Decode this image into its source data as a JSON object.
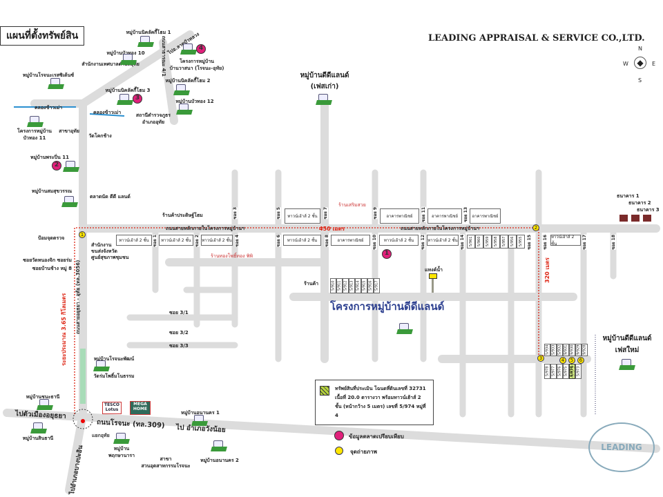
{
  "title": "แผนที่ตั้งทรัพย์สิน",
  "company": "LEADING APPRAISAL & SERVICE CO.,LTD.",
  "compass": {
    "n": "N",
    "s": "S",
    "e": "E",
    "w": "W"
  },
  "stamp_text": "LEADING",
  "project_label": "โครงการหมู่บ้านดีดีแลนด์",
  "places": {
    "old_phase_1": "หมู่บ้านดีดีแลนด์",
    "old_phase_2": "(เฟสเก่า)",
    "new_phase_1": "หมู่บ้านดีดีแลนด์",
    "new_phase_2": "เฟสใหม่",
    "nicholas1": "หมู่บ้านนิคลัคกี้โฮม 1",
    "buathong10": "หมู่บ้านบัวทอง 10",
    "office": "สำนักงานเทศบาลตำบลอุทัย",
    "rochana_rot": "หมู่บ้านโรจนะเรสซิเด้นซ์",
    "nicholas3": "หมู่บ้านนิคลัคกี้โฮม 3",
    "nicholas2": "หมู่บ้านนิคลัคกี้โฮม 2",
    "buathong12": "หมู่บ้านบัวทอง 12",
    "wasana_1": "โครงการหมู่บ้าน",
    "wasana_2": "บ้านวาสนา (โรจนะ-อุทัย)",
    "police_1": "สถานีตำรวจภูธร",
    "police_2": "อำเภออุทัย",
    "canal1": "คลองข้าวเม่า",
    "canal2": "คลองข้าวเม่า",
    "buathong11_1": "โครงการหมู่บ้าน",
    "buathong11_2": "บัวทอง 11",
    "branch_uthai": "สาขาอุทัย",
    "wat": "วัดโคกช้าง",
    "praphin11": "หมู่บ้านพระปิ่น 11",
    "somsuk": "หมู่บ้านสมสุขวรรณ",
    "market": "ตลาดนัด ดีดี แลนด์",
    "shop_store": "ร้านค้าประดิษฐ์โฮม",
    "road_to_north": "ไปอ.ลาดบัวหลวง",
    "road_east_name": "ถนนสาธารณะ 4/1",
    "checkpoint": "ป้อมจุดตรวจ",
    "district_office_1": "สำนักงาน",
    "district_office_2": "ขนส่งจังหวัด",
    "health_center": "ศูนย์สุขภาพชุมชน",
    "soi_a": "ซอยวัดหนองจิก ซอยร่ม",
    "soi_b": "ซอยบ้านช้าง หมู่ 8",
    "west_road": "ถนนสายอยุธยา - อุทัย (ทล.3056)",
    "main_road": "ถนนสายหลักภายในโครงการหมู่บ้านฯ",
    "main_road2": "ถนนสายหลักภายในโครงการหมู่บ้านฯ",
    "dist_west": "ระยะประมาณ 3.65 กิโลเมตร",
    "dist_450": "450 เมตร",
    "dist_320": "320 เมตร",
    "shop_pink": "ร้านทองโพธิ์ทอง พิพิ",
    "shop_top": "ร้านเสริมสวย",
    "shop_left": "ร้านค้า",
    "water_tower": "แทงค์น้ำ",
    "soi_31": "ซอย 3/1",
    "soi_32": "ซอย 3/2",
    "soi_33": "ซอย 3/3",
    "bank1": "ธนาคาร 1",
    "bank2": "ธนาคาร 2",
    "bank3": "ธนาคาร 3",
    "rochanaphat": "หมู่บ้านโรจนะพัฒน์",
    "wat_rochana": "วัดร่มโพธิ์มโนธรรม",
    "chanathani": "หมู่บ้านชนะธานี",
    "sinthani": "หมู่บ้านสินธานี",
    "to_ayutthaya": "ไปตัวเมืองอยุธยา",
    "rochana_road": "ถนนโรจนะ (ทล.309)",
    "to_wangnoi": "ไป อำเภอวังน้อย",
    "to_south": "ไปอำเภอบางปะอิน",
    "junction": "แยกอุทัย",
    "pruksa_1": "หมู่บ้าน",
    "pruksa_2": "พฤกษานารา",
    "branch2_1": "สาขา",
    "branch2_2": "สวนอุตสาหกรรมโรจนะ",
    "anankorn1": "หมู่บ้านอนานคร 1",
    "anankorn2": "หมู่บ้านอนานคร 2",
    "tesco": "TESCO Lotus",
    "mega": "MEGA HOME"
  },
  "townhouse_2fl": "ทาวน์เฮ้าส์ 2 ชั้น",
  "commercial": "อาคารพาณิชย์",
  "soi_labels": [
    "ซอย 1",
    "ซอย 2",
    "ซอย 3",
    "ซอย 4",
    "ซอย 5",
    "ซอย 6",
    "ซอย 7",
    "ซอย 8",
    "ซอย 9",
    "ซอย 10",
    "ซอย 11",
    "ซอย 12",
    "ซอย 13",
    "ซอย 14",
    "ซอย 15",
    "ซอย 16",
    "ซอย 17",
    "ซอย 18"
  ],
  "lots_row1": [
    "5/961",
    "5/960",
    "5/959",
    "5/958",
    "5/957",
    "5/956",
    "5/955"
  ],
  "lots_row2": [
    "5/910",
    "5/911",
    "5/912",
    "5/913",
    "5/914",
    "5/915",
    "5/916",
    "5/917"
  ],
  "lots_target_row": [
    "5/978",
    "5/977",
    "5/976",
    "5/975",
    "5/974",
    "5/973"
  ],
  "lots_upper_target": [
    "5/934",
    "5/933",
    "5/932",
    "9/931",
    "9/930",
    "9/929",
    "9/928"
  ],
  "legend": {
    "subject": "ทรัพย์สินที่ประเมิน โฉนดที่ดินเลขที่ 32731 เนื้อที่ 20.0 ตารางวา พร้อมทาวน์เฮ้าส์ 2 ชั้น (หน้ากว้าง 5 เมตร) เลขที่ 5/974 หมู่ที่ 4",
    "comparable": "ข้อมูลตลาดเปรียบเทียบ",
    "photo_point": "จุดถ่ายภาพ"
  },
  "markers": {
    "comparables": [
      "1",
      "2",
      "3",
      "4"
    ],
    "photos": [
      "1",
      "2",
      "3",
      "4",
      "5",
      "6"
    ]
  },
  "colors": {
    "road": "#dcdcdc",
    "pin": "#e0207a",
    "cam": "#ffe600",
    "route": "#d21",
    "project": "#2c3f8f"
  }
}
